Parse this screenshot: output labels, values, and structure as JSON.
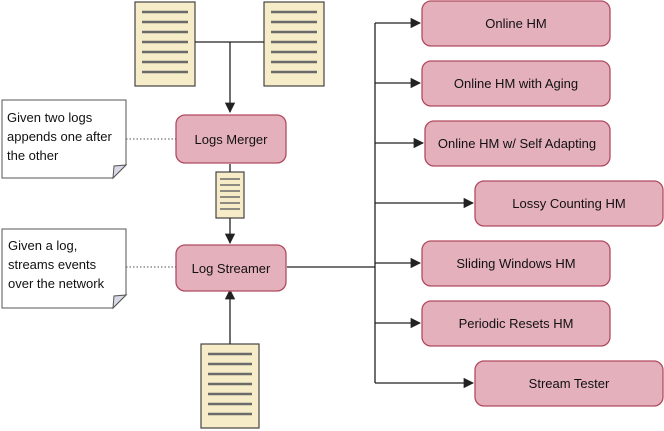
{
  "processes": {
    "logs_merger": "Logs Merger",
    "log_streamer": "Log Streamer"
  },
  "outputs": {
    "online_hm": "Online HM",
    "online_hm_aging": "Online HM with Aging",
    "online_hm_self_adapting": "Online HM w/ Self Adapting",
    "lossy_counting_hm": "Lossy Counting HM",
    "sliding_windows_hm": "Sliding Windows HM",
    "periodic_resets_hm": "Periodic Resets HM",
    "stream_tester": "Stream Tester"
  },
  "notes": {
    "merger": [
      "Given two logs",
      "appends one after",
      "the other"
    ],
    "streamer": [
      "Given a log,",
      "streams events",
      "over the network"
    ]
  },
  "colors": {
    "process_fill": "#e4b0bc",
    "process_stroke": "#b24a60",
    "document_fill": "#f7ecc8"
  }
}
